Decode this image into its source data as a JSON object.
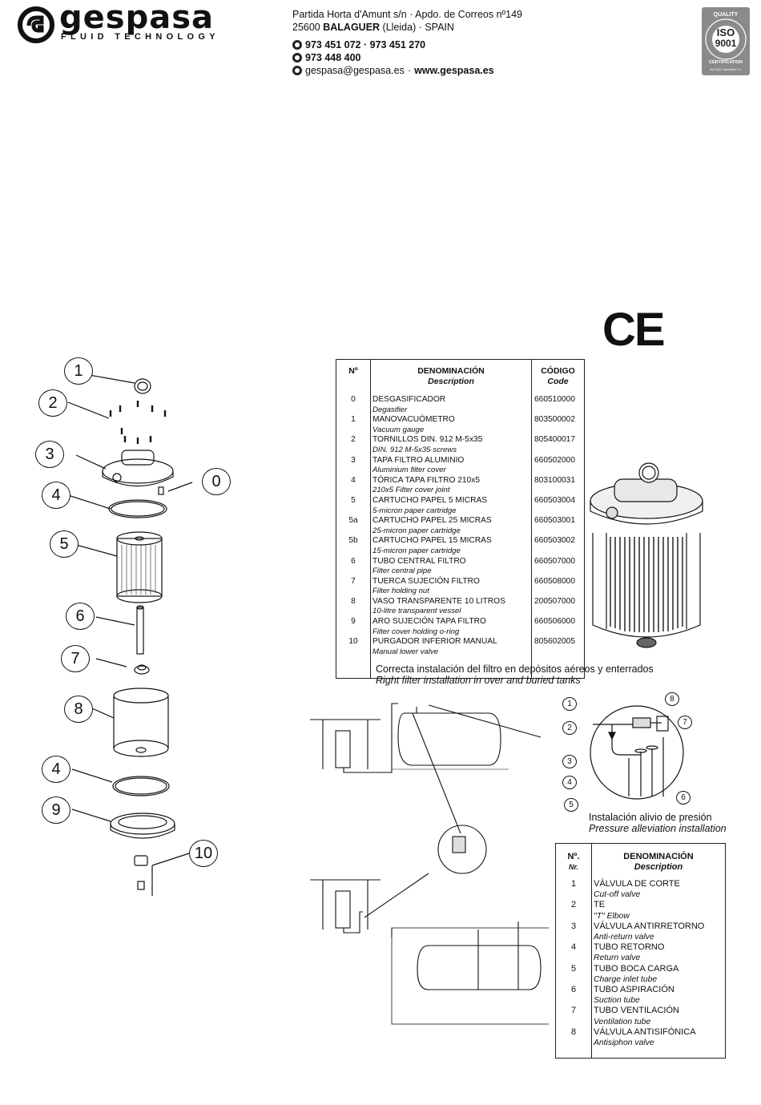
{
  "header": {
    "logo_word": "gespasa",
    "logo_tagline": "FLUID TECHNOLOGY",
    "address_line1": "Partida Horta d'Amunt s/n · Apdo. de Correos nº149",
    "address_line2_pre": "25600 ",
    "address_line2_city": "BALAGUER",
    "address_line2_post": " (Lleida) · SPAIN",
    "phone": "973 451 072 · 973 451 270",
    "fax": "973 448 400",
    "email": "gespasa@gespasa.es",
    "web_sep": " · ",
    "web": "www.gespasa.es",
    "iso_top": "QUALITY",
    "iso_label": "ISO",
    "iso_number": "9001",
    "iso_bottom": "CERTIFICATION",
    "iso_by": "By EQAC accredited Co."
  },
  "ce_mark": "CE",
  "callouts": [
    "1",
    "2",
    "3",
    "0",
    "4",
    "5",
    "6",
    "7",
    "8",
    "4",
    "9",
    "10"
  ],
  "parts_table": {
    "col_nr": "Nº",
    "col_desc": "DENOMINACIÓN",
    "col_desc_en": "Description",
    "col_code": "CÓDIGO",
    "col_code_en": "Code",
    "rows": [
      {
        "nr": "0",
        "es": "DESGASIFICADOR",
        "en": "Degasifier",
        "code": "660510000"
      },
      {
        "nr": "1",
        "es": "MANOVACUÓMETRO",
        "en": "Vacuum gauge",
        "code": "803500002"
      },
      {
        "nr": "2",
        "es": "TORNILLOS DIN. 912 M-5x35",
        "en": "DIN. 912 M-5x35 screws",
        "code": "805400017"
      },
      {
        "nr": "3",
        "es": "TAPA FILTRO ALUMINIO",
        "en": "Aluminium filter cover",
        "code": "660502000"
      },
      {
        "nr": "4",
        "es": "TÓRICA TAPA FILTRO 210x5",
        "en": "210x5 Filter cover joint",
        "code": "803100031"
      },
      {
        "nr": "5",
        "es": "CARTUCHO PAPEL 5 MICRAS",
        "en": "5-micron paper cartridge",
        "code": "660503004"
      },
      {
        "nr": "5a",
        "es": "CARTUCHO PAPEL 25 MICRAS",
        "en": "25-micron paper cartridge",
        "code": "660503001"
      },
      {
        "nr": "5b",
        "es": "CARTUCHO PAPEL 15 MICRAS",
        "en": "15-micron paper cartridge",
        "code": "660503002"
      },
      {
        "nr": "6",
        "es": "TUBO CENTRAL FILTRO",
        "en": "Filter central pipe",
        "code": "660507000"
      },
      {
        "nr": "7",
        "es": "TUERCA SUJECIÓN FILTRO",
        "en": "Filter holding nut",
        "code": "660508000"
      },
      {
        "nr": "8",
        "es": "VASO TRANSPARENTE 10 LITROS",
        "en": "10-litre transparent vessel",
        "code": "200507000"
      },
      {
        "nr": "9",
        "es": "ARO SUJECIÓN TAPA FILTRO",
        "en": "Filter cover holding o-ring",
        "code": "660506000"
      },
      {
        "nr": "10",
        "es": "PURGADOR INFERIOR MANUAL",
        "en": "Manual lower valve",
        "code": "805602005"
      }
    ]
  },
  "install_caption": {
    "es": "Correcta instalación del filtro en depósitos aéreos y enterrados",
    "en": "Right filter installation in over and buried tanks"
  },
  "detail_callouts": [
    "1",
    "2",
    "3",
    "4",
    "5",
    "6",
    "7",
    "8"
  ],
  "pressure_caption": {
    "es": "Instalación alivio de presión",
    "en": "Pressure alleviation installation"
  },
  "legend_table": {
    "col_nr": "Nº.",
    "col_nr_en": "Nr.",
    "col_desc": "DENOMINACIÓN",
    "col_desc_en": "Description",
    "rows": [
      {
        "nr": "1",
        "es": "VÁLVULA DE CORTE",
        "en": "Cut-off valve"
      },
      {
        "nr": "2",
        "es": "TE",
        "en": "\"T\" Elbow"
      },
      {
        "nr": "3",
        "es": "VÁLVULA ANTIRRETORNO",
        "en": "Anti-return valve"
      },
      {
        "nr": "4",
        "es": "TUBO RETORNO",
        "en": "Return valve"
      },
      {
        "nr": "5",
        "es": "TUBO BOCA CARGA",
        "en": "Charge inlet tube"
      },
      {
        "nr": "6",
        "es": "TUBO ASPIRACIÓN",
        "en": "Suction tube"
      },
      {
        "nr": "7",
        "es": "TUBO VENTILACIÓN",
        "en": "Ventilation tube"
      },
      {
        "nr": "8",
        "es": "VÁLVULA  ANTISIFÓNICA",
        "en": "Antisiphon valve"
      }
    ]
  }
}
